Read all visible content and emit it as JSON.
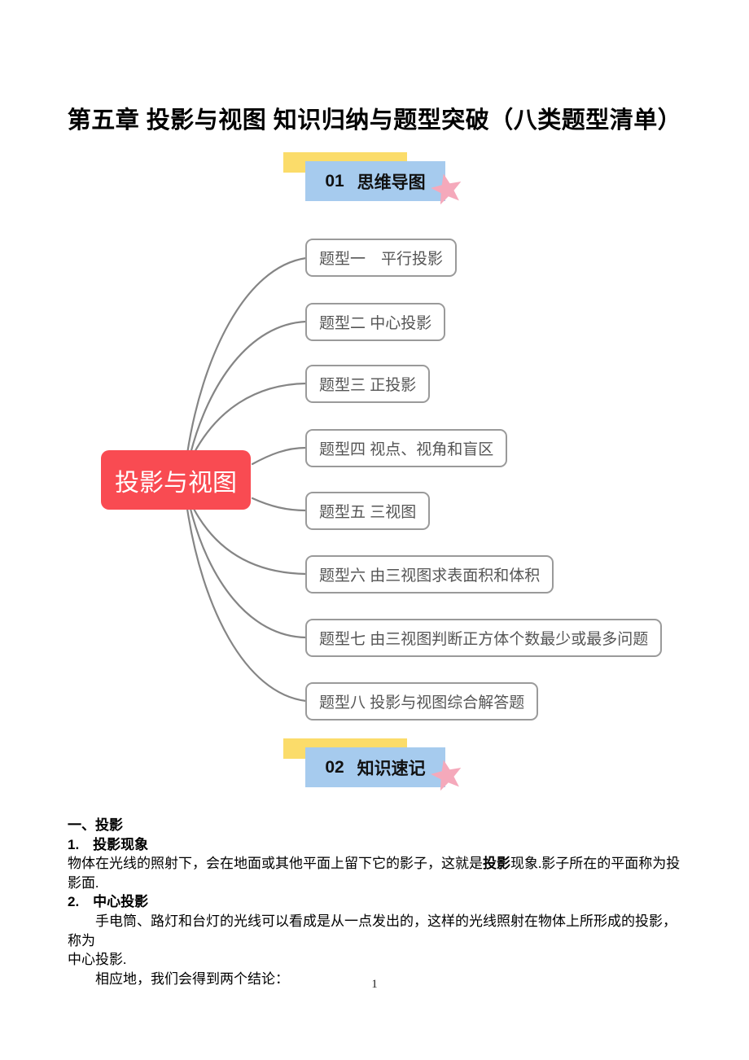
{
  "page": {
    "title": "第五章 投影与视图 知识归纳与题型突破（八类题型清单）",
    "page_number": "1"
  },
  "section_headers": [
    {
      "number": "01",
      "label": "思维导图"
    },
    {
      "number": "02",
      "label": "知识速记"
    }
  ],
  "mindmap": {
    "root_label": "投影与视图",
    "nodes": [
      "题型一　平行投影",
      "题型二 中心投影",
      "题型三 正投影",
      "题型四 视点、视角和盲区",
      "题型五 三视图",
      "题型六 由三视图求表面积和体积",
      "题型七 由三视图判断正方体个数最少或最多问题",
      "题型八 投影与视图综合解答题"
    ]
  },
  "knowledge": {
    "section_title": "一、投影",
    "item1_title": "1.　投影现象",
    "item1_text_pre": "物体在光线的照射下，会在地面或其他平面上留下它的影子，这就是",
    "item1_text_bold": "投影",
    "item1_text_post": "现象.影子所在的平面称为投影面.",
    "item2_title": "2.　中心投影",
    "item2_line1": "手电筒、路灯和台灯的光线可以看成是从一点发出的，这样的光线照射在物体上所形成的投影，称为",
    "item2_line2": "中心投影.",
    "item2_note": "相应地，我们会得到两个结论："
  },
  "colors": {
    "root_node_bg": "#f94b52",
    "header_blue": "#a6cbee",
    "header_yellow": "#fbdc6a",
    "star_pink": "#f5a9bb",
    "connector_gray": "#858585",
    "node_border": "#9a9a9a",
    "node_text": "#555555"
  }
}
